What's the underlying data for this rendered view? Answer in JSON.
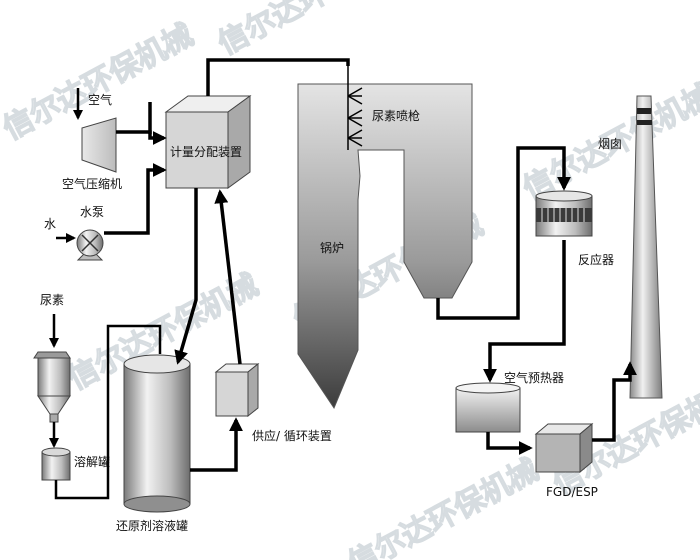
{
  "labels": {
    "air": "空气",
    "compressor": "空气压缩机",
    "water": "水",
    "water_pump": "水泵",
    "metering": "计量分配装置",
    "urea": "尿素",
    "dissolving_tank": "溶解罐",
    "reductant_tank": "还原剂溶液罐",
    "supply_circulation": "供应/ 循环装置",
    "boiler": "锅炉",
    "urea_lance": "尿素喷枪",
    "reactor": "反应器",
    "air_preheater": "空气预热器",
    "fgd_esp": "FGD/ESP",
    "chimney": "烟囱"
  },
  "watermark": "信尔达环保机械",
  "colors": {
    "line": "#000000",
    "box_fill": "#d9d9d9",
    "boiler_fill": "#c7c7c7",
    "watermark": "#c9d1d6"
  }
}
